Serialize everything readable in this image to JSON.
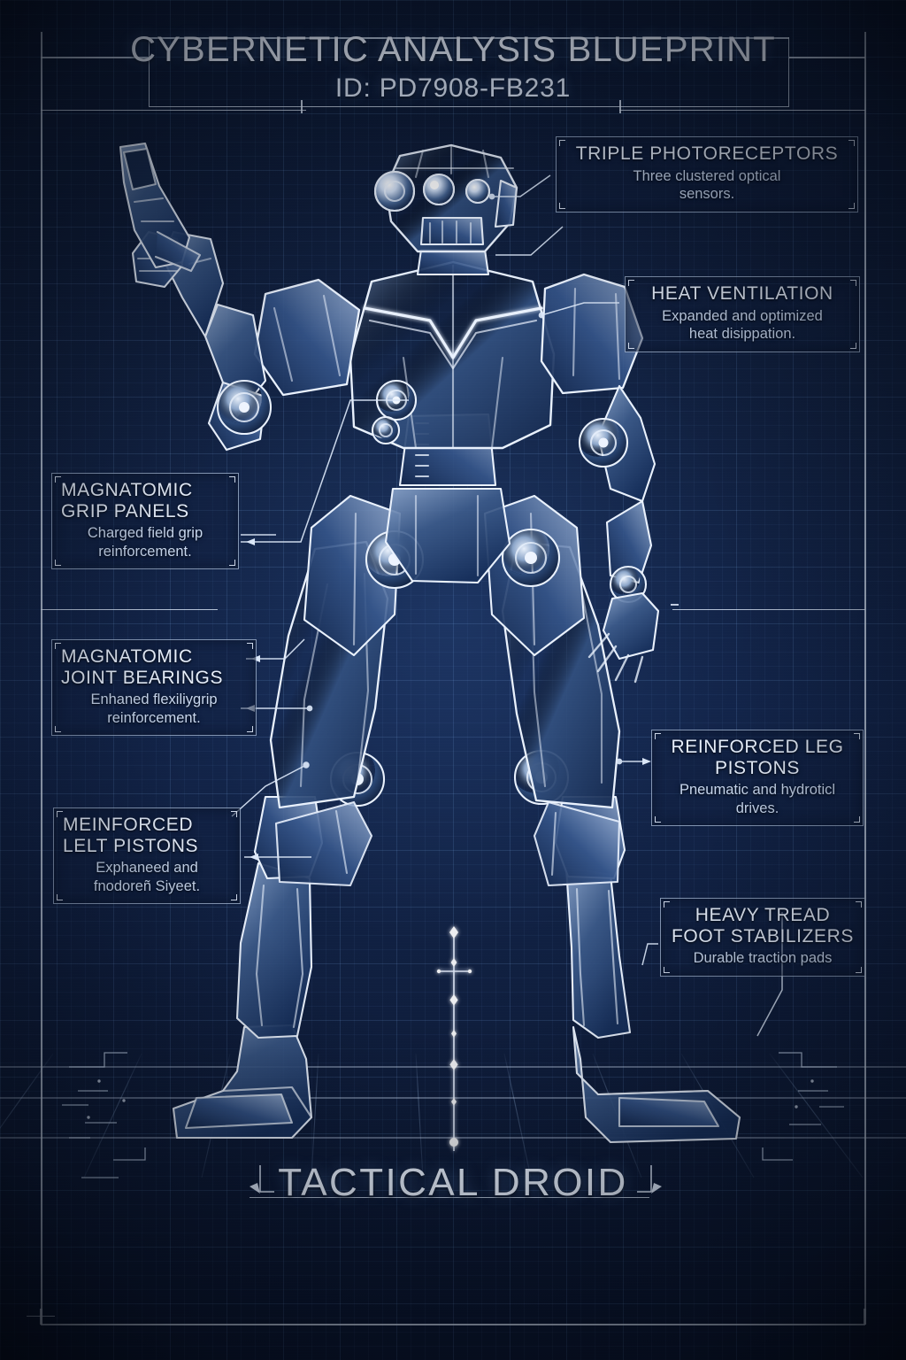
{
  "document": {
    "title": "CYBERNETIC ANALYSIS BLUEPRINT",
    "id_line": "ID: PD7908-FB231",
    "footer_title": "TACTICAL DROID"
  },
  "palette": {
    "paper": "#0d1b35",
    "paper_mid": "#12244a",
    "ink": "#dfeafa",
    "grid": "#78aaeb",
    "callout_border": "#c8dbf5"
  },
  "subject": {
    "name": "tactical-droid",
    "pose": "standing, right arm raised holding pistol",
    "optical_sensors": 3
  },
  "callouts": [
    {
      "key": "triple-photoreceptors",
      "title": "TRIPLE PHOTORECEPTORS",
      "body": "Three clustered optical\nsensors."
    },
    {
      "key": "heat-ventilation",
      "title": "HEAT VENTILATION",
      "body": "Expanded and optimized\nheat disippation."
    },
    {
      "key": "magnatomic-grip-panels",
      "title": "MAGNATOMIC\nGRIP PANELS",
      "body": "Charged field grip\nreinforcement."
    },
    {
      "key": "magnatomic-joint-bearings",
      "title": "MAGNATOMIC\nJOINT BEARINGS",
      "body": "Enhaned flexiliygrip\nreinforcement."
    },
    {
      "key": "meinforced-lelt-pistons",
      "title": "MEINFORCED\nLELT PISTONS",
      "body": "Exphaneed and\nfnodoreñ Siyeet."
    },
    {
      "key": "reinforced-leg-pistons",
      "title": "REINFORCED LEG\nPISTONS",
      "body": "Pneumatic and hydroticl\ndrives."
    },
    {
      "key": "heavy-tread-foot-stabilizers",
      "title": "HEAVY TREAD\nFOOT STABILIZERS",
      "body": "Durable traction pads"
    }
  ]
}
